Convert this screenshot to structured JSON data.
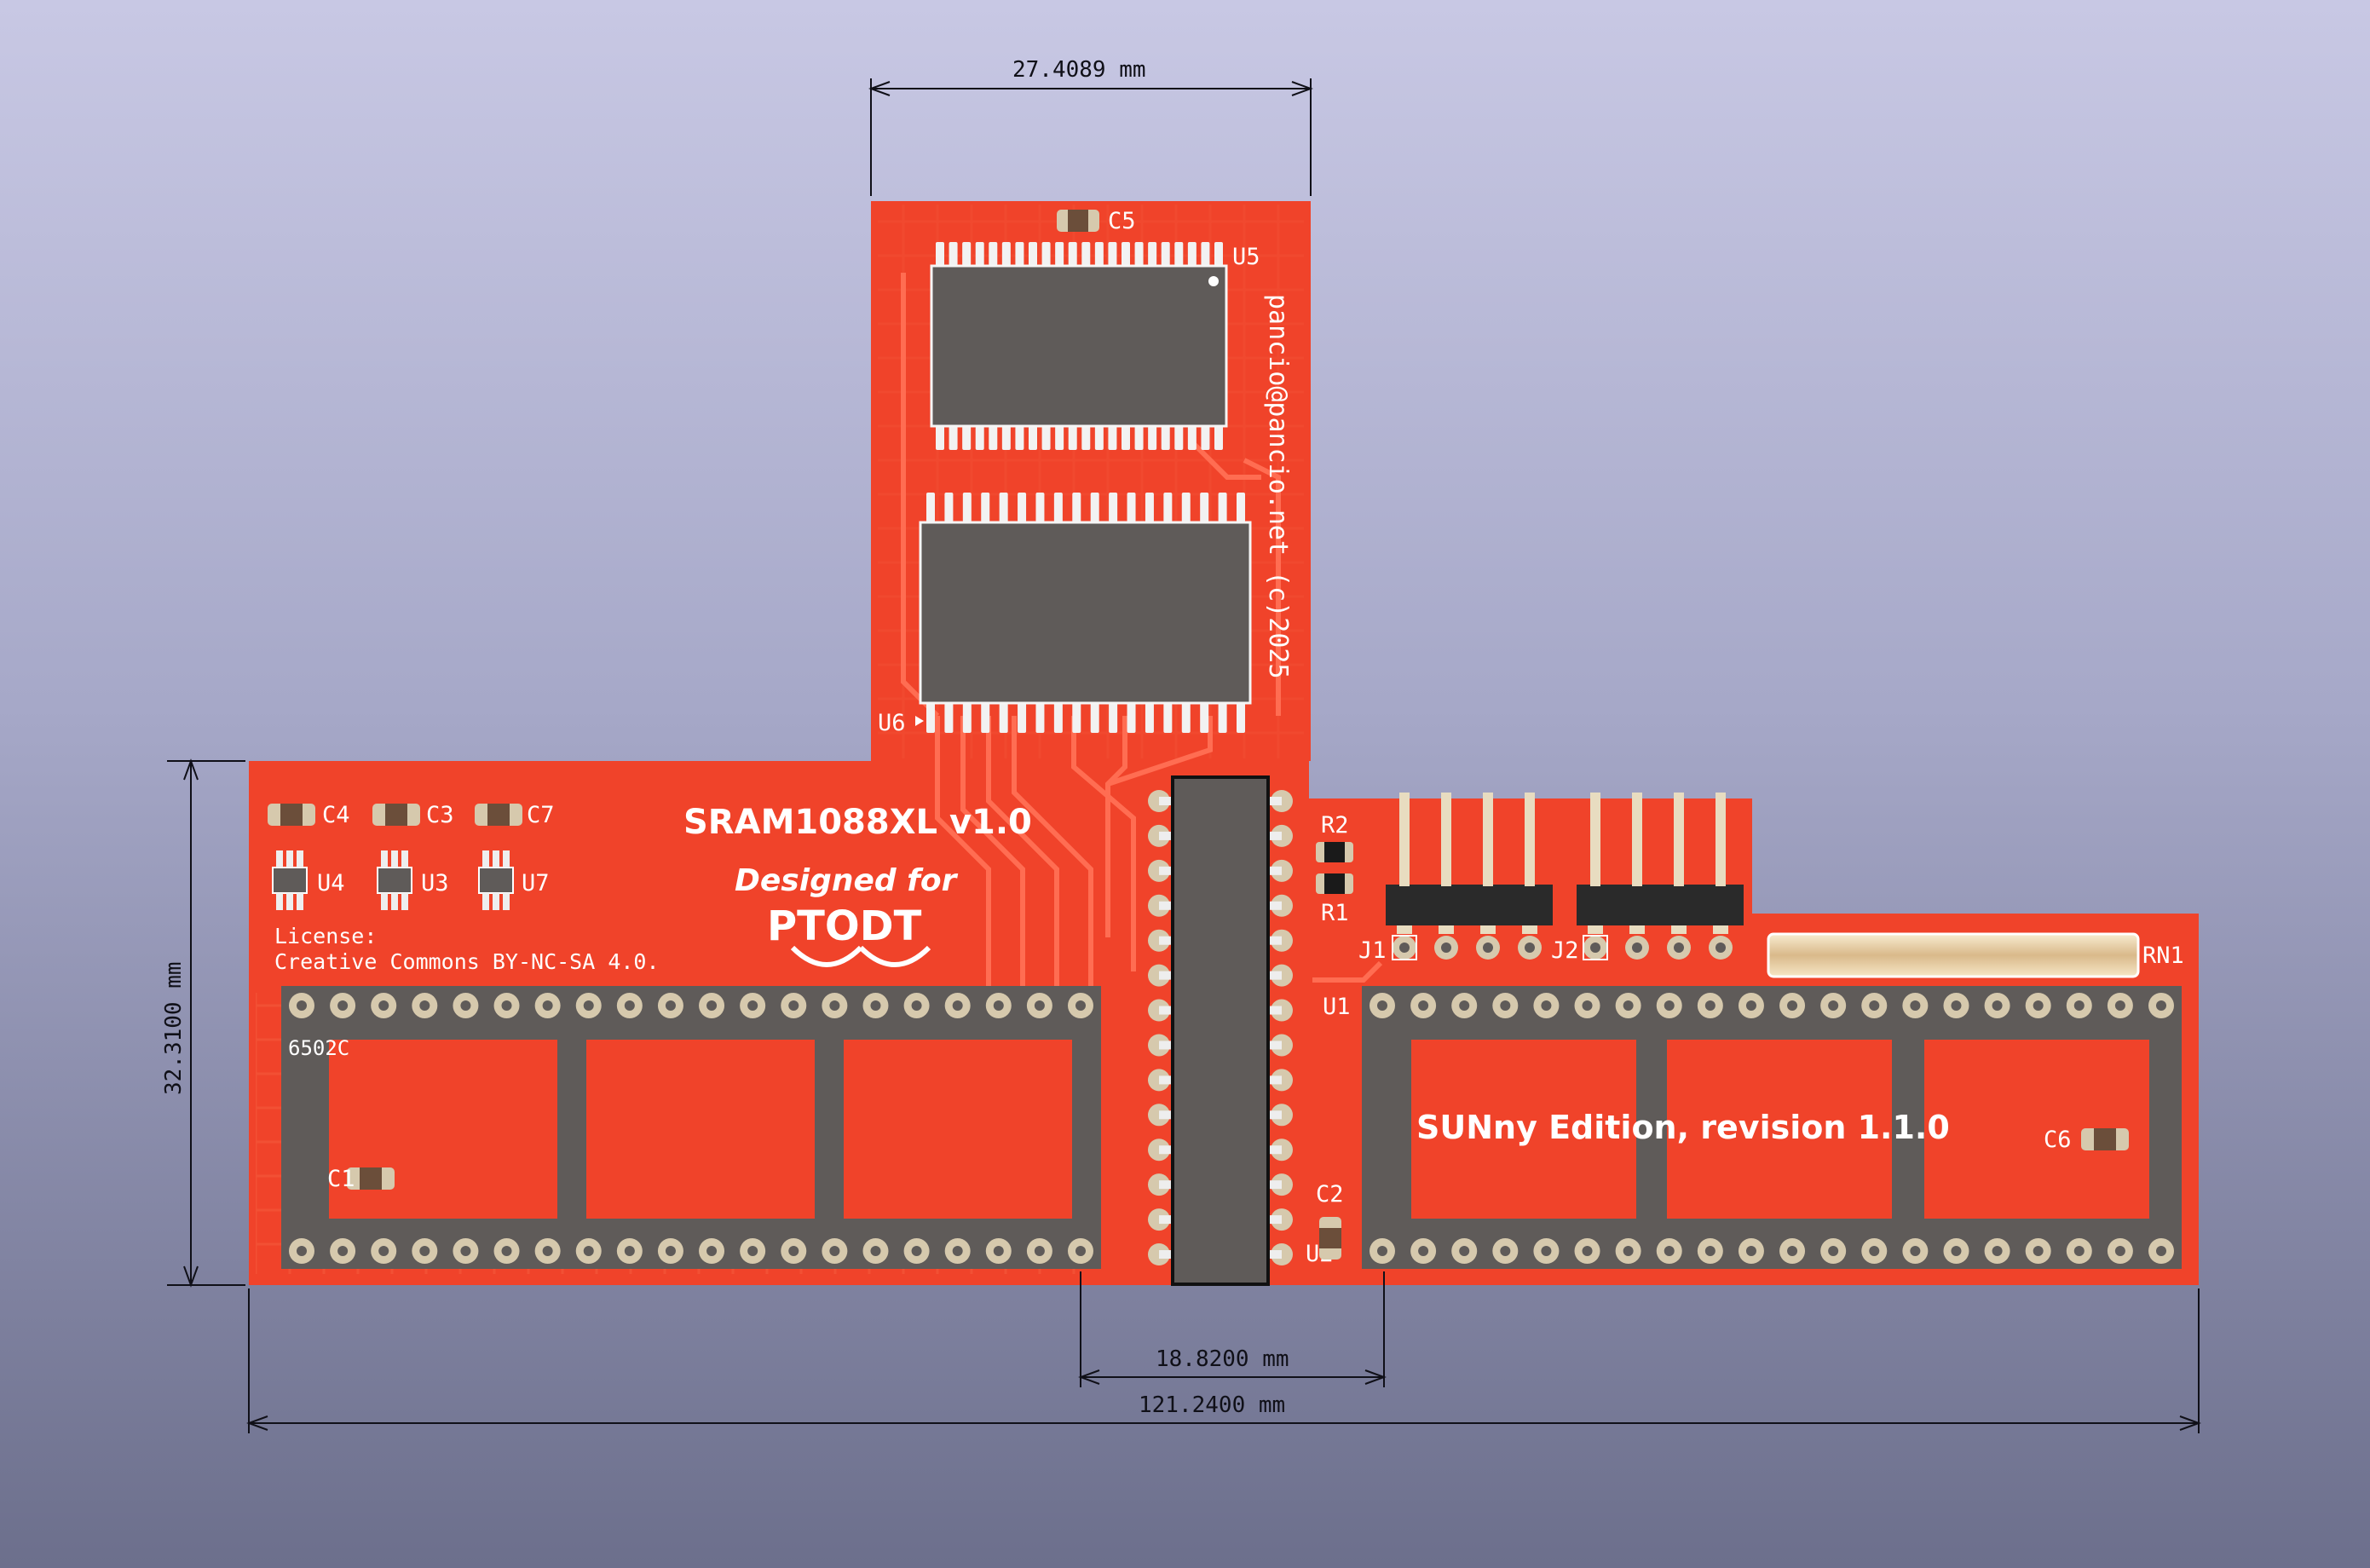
{
  "board": {
    "title": "SRAM1088XL v1.0",
    "designed_for": "Designed for",
    "logo_text": "PTODT",
    "license_label": "License:",
    "license_text": "Creative Commons BY-NC-SA 4.0.",
    "author": "pancio@pancio.net (c)2025",
    "edition": "SUNny Edition, revision 1.1.0",
    "socket_left_label": "6502C",
    "colors": {
      "board": "#f0432a",
      "copper": "#ff6a4f",
      "chip": "#5f5b59",
      "pad": "#d6c9ad",
      "background_top": "#c8c8e4",
      "background_bottom": "#6c6f8c"
    }
  },
  "dimensions": {
    "top_width": "27.4089 mm",
    "height": "32.3100 mm",
    "gap": "18.8200 mm",
    "total_width": "121.2400 mm"
  },
  "refs": {
    "c5": "C5",
    "u5": "U5",
    "u6": "U6",
    "c4": "C4",
    "c3": "C3",
    "c7": "C7",
    "u4": "U4",
    "u3": "U3",
    "u7": "U7",
    "r2": "R2",
    "r1": "R1",
    "j1": "J1",
    "j2": "J2",
    "rn1": "RN1",
    "u1": "U1",
    "u2": "U2",
    "c2": "C2",
    "c6": "C6",
    "c1": "C1"
  }
}
